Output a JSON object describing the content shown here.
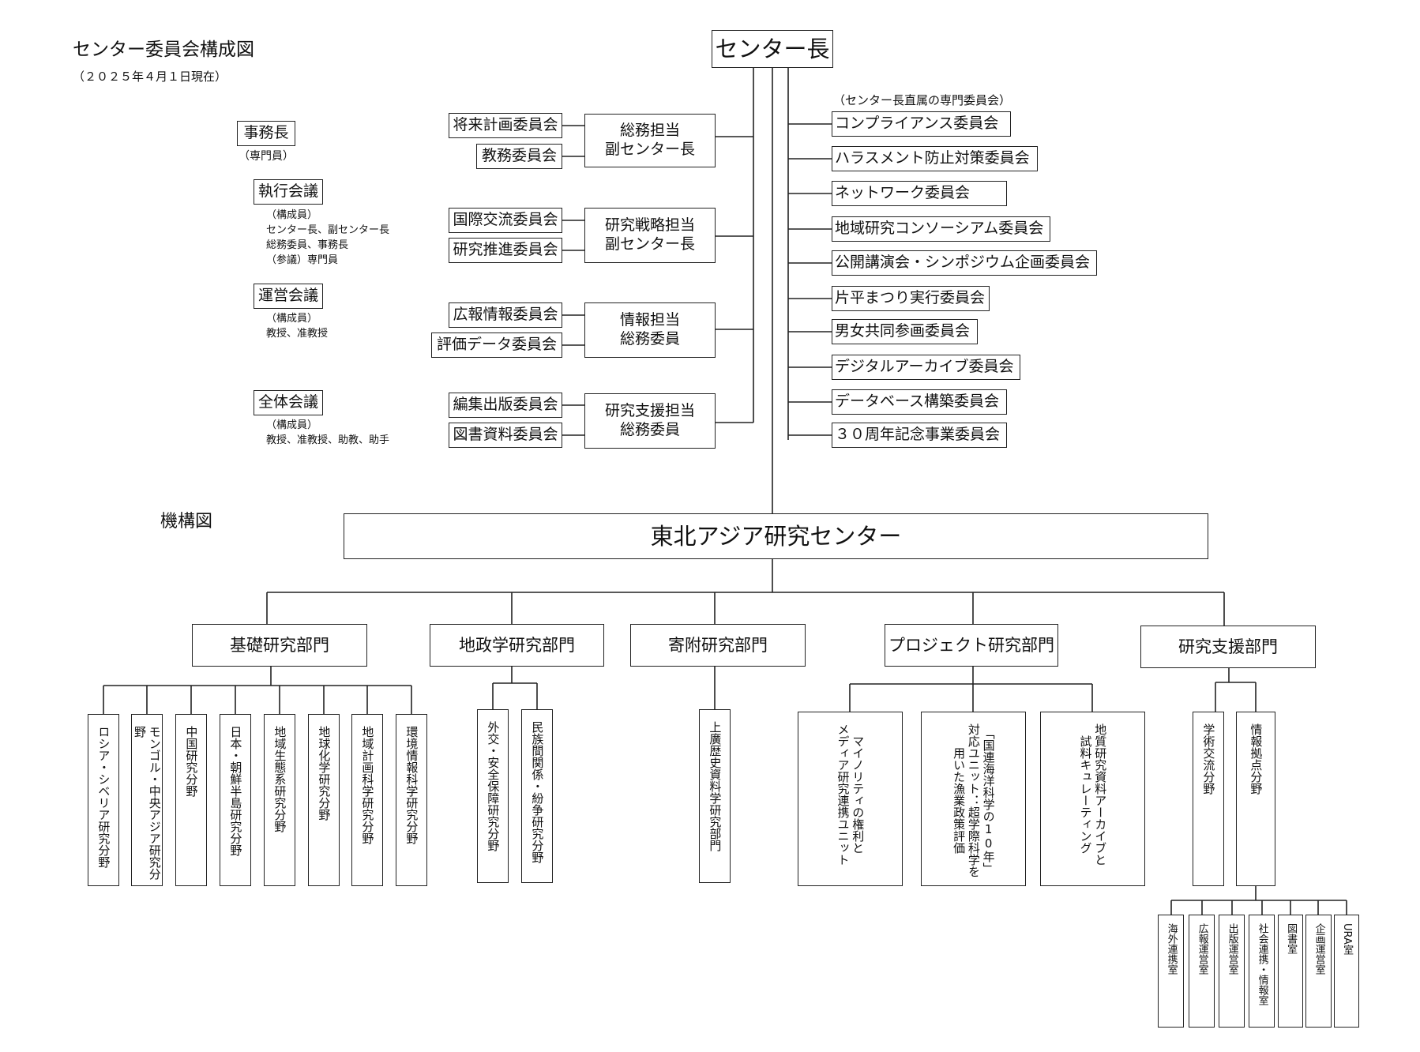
{
  "committee_chart": {
    "title": "センター委員会構成図",
    "date": "（２０２５年４月１日現在）",
    "head": "センター長",
    "left_info": {
      "secretary": {
        "label": "事務長",
        "note": "（専門員）"
      },
      "executive": {
        "label": "執行会議",
        "members": [
          "（構成員）",
          "センター長、副センター長",
          "総務委員、事務長",
          "（参議）専門員"
        ]
      },
      "management": {
        "label": "運営会議",
        "members": [
          "（構成員）",
          "教授、准教授"
        ]
      },
      "general": {
        "label": "全体会議",
        "members": [
          "（構成員）",
          "教授、准教授、助教、助手"
        ]
      }
    },
    "groups": [
      {
        "leader": [
          "総務担当",
          "副センター長"
        ],
        "committees": [
          "将来計画委員会",
          "教務委員会"
        ]
      },
      {
        "leader": [
          "研究戦略担当",
          "副センター長"
        ],
        "committees": [
          "国際交流委員会",
          "研究推進委員会"
        ]
      },
      {
        "leader": [
          "情報担当",
          "総務委員"
        ],
        "committees": [
          "広報情報委員会",
          "評価データ委員会"
        ]
      },
      {
        "leader": [
          "研究支援担当",
          "総務委員"
        ],
        "committees": [
          "編集出版委員会",
          "図書資料委員会"
        ]
      }
    ],
    "direct_note": "（センター長直属の専門委員会）",
    "direct_committees": [
      "コンプライアンス委員会",
      "ハラスメント防止対策委員会",
      "ネットワーク委員会",
      "地域研究コンソーシアム委員会",
      "公開講演会・シンポジウム企画委員会",
      "片平まつり実行委員会",
      "男女共同参画委員会",
      "デジタルアーカイブ委員会",
      "データベース構築委員会",
      "３０周年記念事業委員会"
    ]
  },
  "org_chart": {
    "title": "機構図",
    "center": "東北アジア研究センター",
    "departments": [
      {
        "name": "基礎研究部門",
        "units": [
          [
            "ロシア・シベリア研究分野"
          ],
          [
            "モンゴル・中央アジア研究分野"
          ],
          [
            "中国研究分野"
          ],
          [
            "日本・朝鮮半島研究分野"
          ],
          [
            "地域生態系研究分野"
          ],
          [
            "地球化学研究分野"
          ],
          [
            "地域計画科学研究分野"
          ],
          [
            "環境情報科学研究分野"
          ]
        ]
      },
      {
        "name": "地政学研究部門",
        "units": [
          [
            "外交・安全保障研究分野"
          ],
          [
            "民族間関係・紛争研究分野"
          ]
        ]
      },
      {
        "name": "寄附研究部門",
        "units": [
          [
            "上廣歴史資料学研究部門"
          ]
        ]
      },
      {
        "name": "プロジェクト研究部門",
        "units": [
          [
            "マイノリティの権利と",
            "メディア研究連携ユニット"
          ],
          [
            "「国連海洋科学の10年」",
            "対応ユニット：超学際科学を",
            "用いた漁業政策評価"
          ],
          [
            "地質研究資料アーカイブと",
            "試料キュレーティング"
          ]
        ]
      },
      {
        "name": "研究支援部門",
        "units": [
          [
            "学術交流分野"
          ],
          [
            "情報拠点分野"
          ]
        ]
      }
    ],
    "info_offices": [
      "海外連携室",
      "広報運営室",
      "出版運営室",
      "社会連携・情報室",
      "図書室",
      "企画運営室",
      "URA室"
    ]
  }
}
